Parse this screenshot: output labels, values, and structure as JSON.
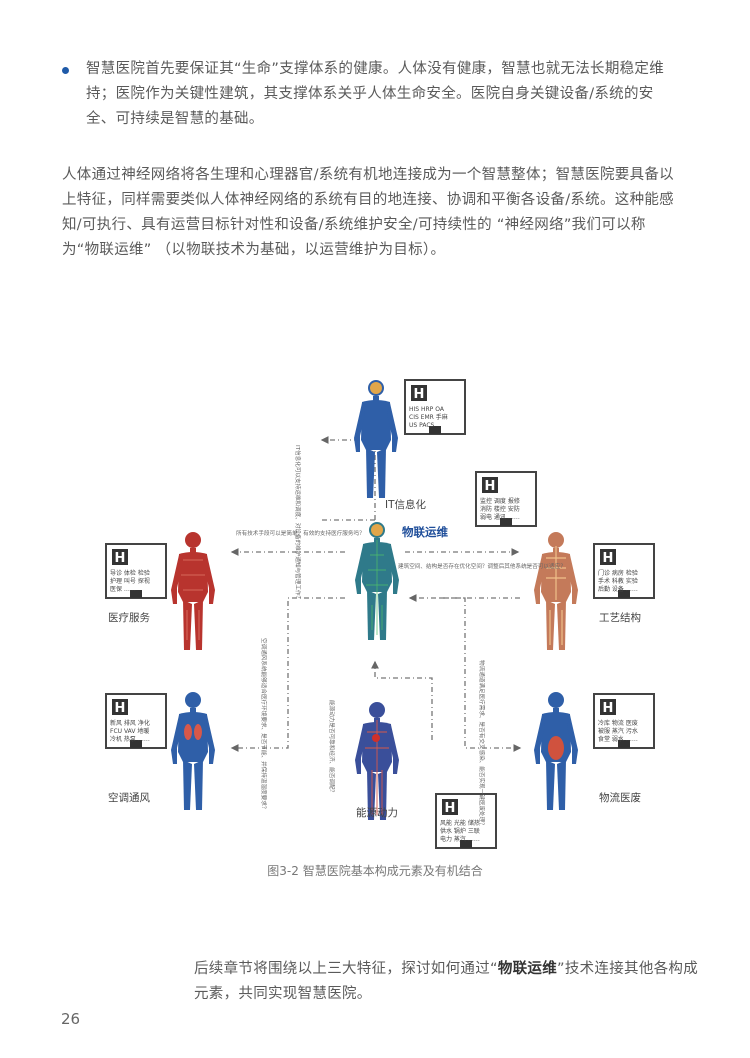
{
  "bullet": {
    "text": "智慧医院首先要保证其“生命”支撑体系的健康。人体没有健康，智慧也就无法长期稳定维持；医院作为关键性建筑，其支撑体系关乎人体生命安全。医院自身关键设备/系统的安全、可持续是智慧的基础。"
  },
  "paragraph": {
    "text": "人体通过神经网络将各生理和心理器官/系统有机地连接成为一个智慧整体；智慧医院要具备以上特征，同样需要类似人体神经网络的系统有目的地连接、协调和平衡各设备/系统。这种能感知/可执行、具有运营目标针对性和设备/系统维护安全/可持续性的 “神经网络”我们可以称为“物联运维” （以物联技术为基础，以运营维护为目标）。"
  },
  "diagram": {
    "center_label": "物联运维",
    "nodes": {
      "it": {
        "label": "IT信息化",
        "box": [
          "HIS HRP OA",
          "CIS EMR 手麻",
          "US PACS"
        ]
      },
      "medical": {
        "label": "医疗服务",
        "box": [
          "导诊 体检 检验",
          "护理 叫号 探视",
          "医保 ……"
        ]
      },
      "process": {
        "label": "工艺结构",
        "box": [
          "门诊 病房 检验",
          "手术 科教 实验",
          "后勤 设备 ……"
        ]
      },
      "hvac": {
        "label": "空调通风",
        "box": [
          "新风 排风 净化",
          "FCU VAV 地暖",
          "冷机 热泵 ……"
        ]
      },
      "logistics": {
        "label": "物流医废",
        "box": [
          "冷库 物流 医废",
          "被服 蒸汽 污水",
          "食堂 弱水 ……"
        ]
      },
      "energy": {
        "label": "能源动力",
        "box": [
          "风能 光能 储热",
          "供水 锅炉 三联",
          "电力 蒸汽 ……"
        ]
      },
      "tl_box": {
        "box": [
          "监控 调度 报修",
          "消防 楼控 安防",
          "弱电 通讯 ……"
        ]
      }
    },
    "annotations": {
      "left": "所有技术手段可以是简单、有效的支持医疗服务吗？",
      "right": "建筑空间、结构是否存在优化空间？调整后其他系统是否可以适应？",
      "top": "IT信息化可以支持运维和调度、对设备的维护通知与管理工作？",
      "lower_left": "空调通风系统能够适合医疗环境要求、是否节能、并保持温湿度要求？",
      "lower_right": "物流通道满足医疗需求、是否有交叉感染、能否实现一键医废处理？",
      "energy": "能源动力是否可靠和经济、能否调配？"
    }
  },
  "caption": "图3-2 智慧医院基本构成元素及有机结合",
  "closing": {
    "before": "后续章节将围绕以上三大特征，探讨如何通过“",
    "highlight": "物联运维",
    "after": "”技术连接其他各构成元素，共同实现智慧医院。"
  },
  "page_number": "26",
  "colors": {
    "accent": "#1f5aa8",
    "body_text": "#5a5a5a"
  }
}
